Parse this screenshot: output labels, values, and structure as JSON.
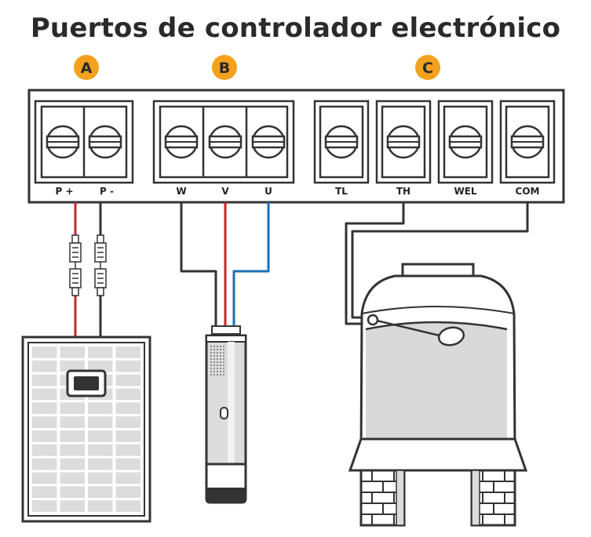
{
  "title": "Puertos de controlador electrónico",
  "groups": {
    "a": "A",
    "b": "B",
    "c": "C"
  },
  "ports": {
    "p_plus": "P +",
    "p_minus": "P -",
    "w": "W",
    "v": "V",
    "u": "U",
    "tl": "TL",
    "th": "TH",
    "wel": "WEL",
    "com": "COM"
  },
  "colors": {
    "badge": "#f4a11d",
    "outline": "#333333",
    "wire_red": "#c8252b",
    "wire_blue": "#1a6fb5",
    "water": "#d9d9d9",
    "cell": "#dcdcdc"
  }
}
